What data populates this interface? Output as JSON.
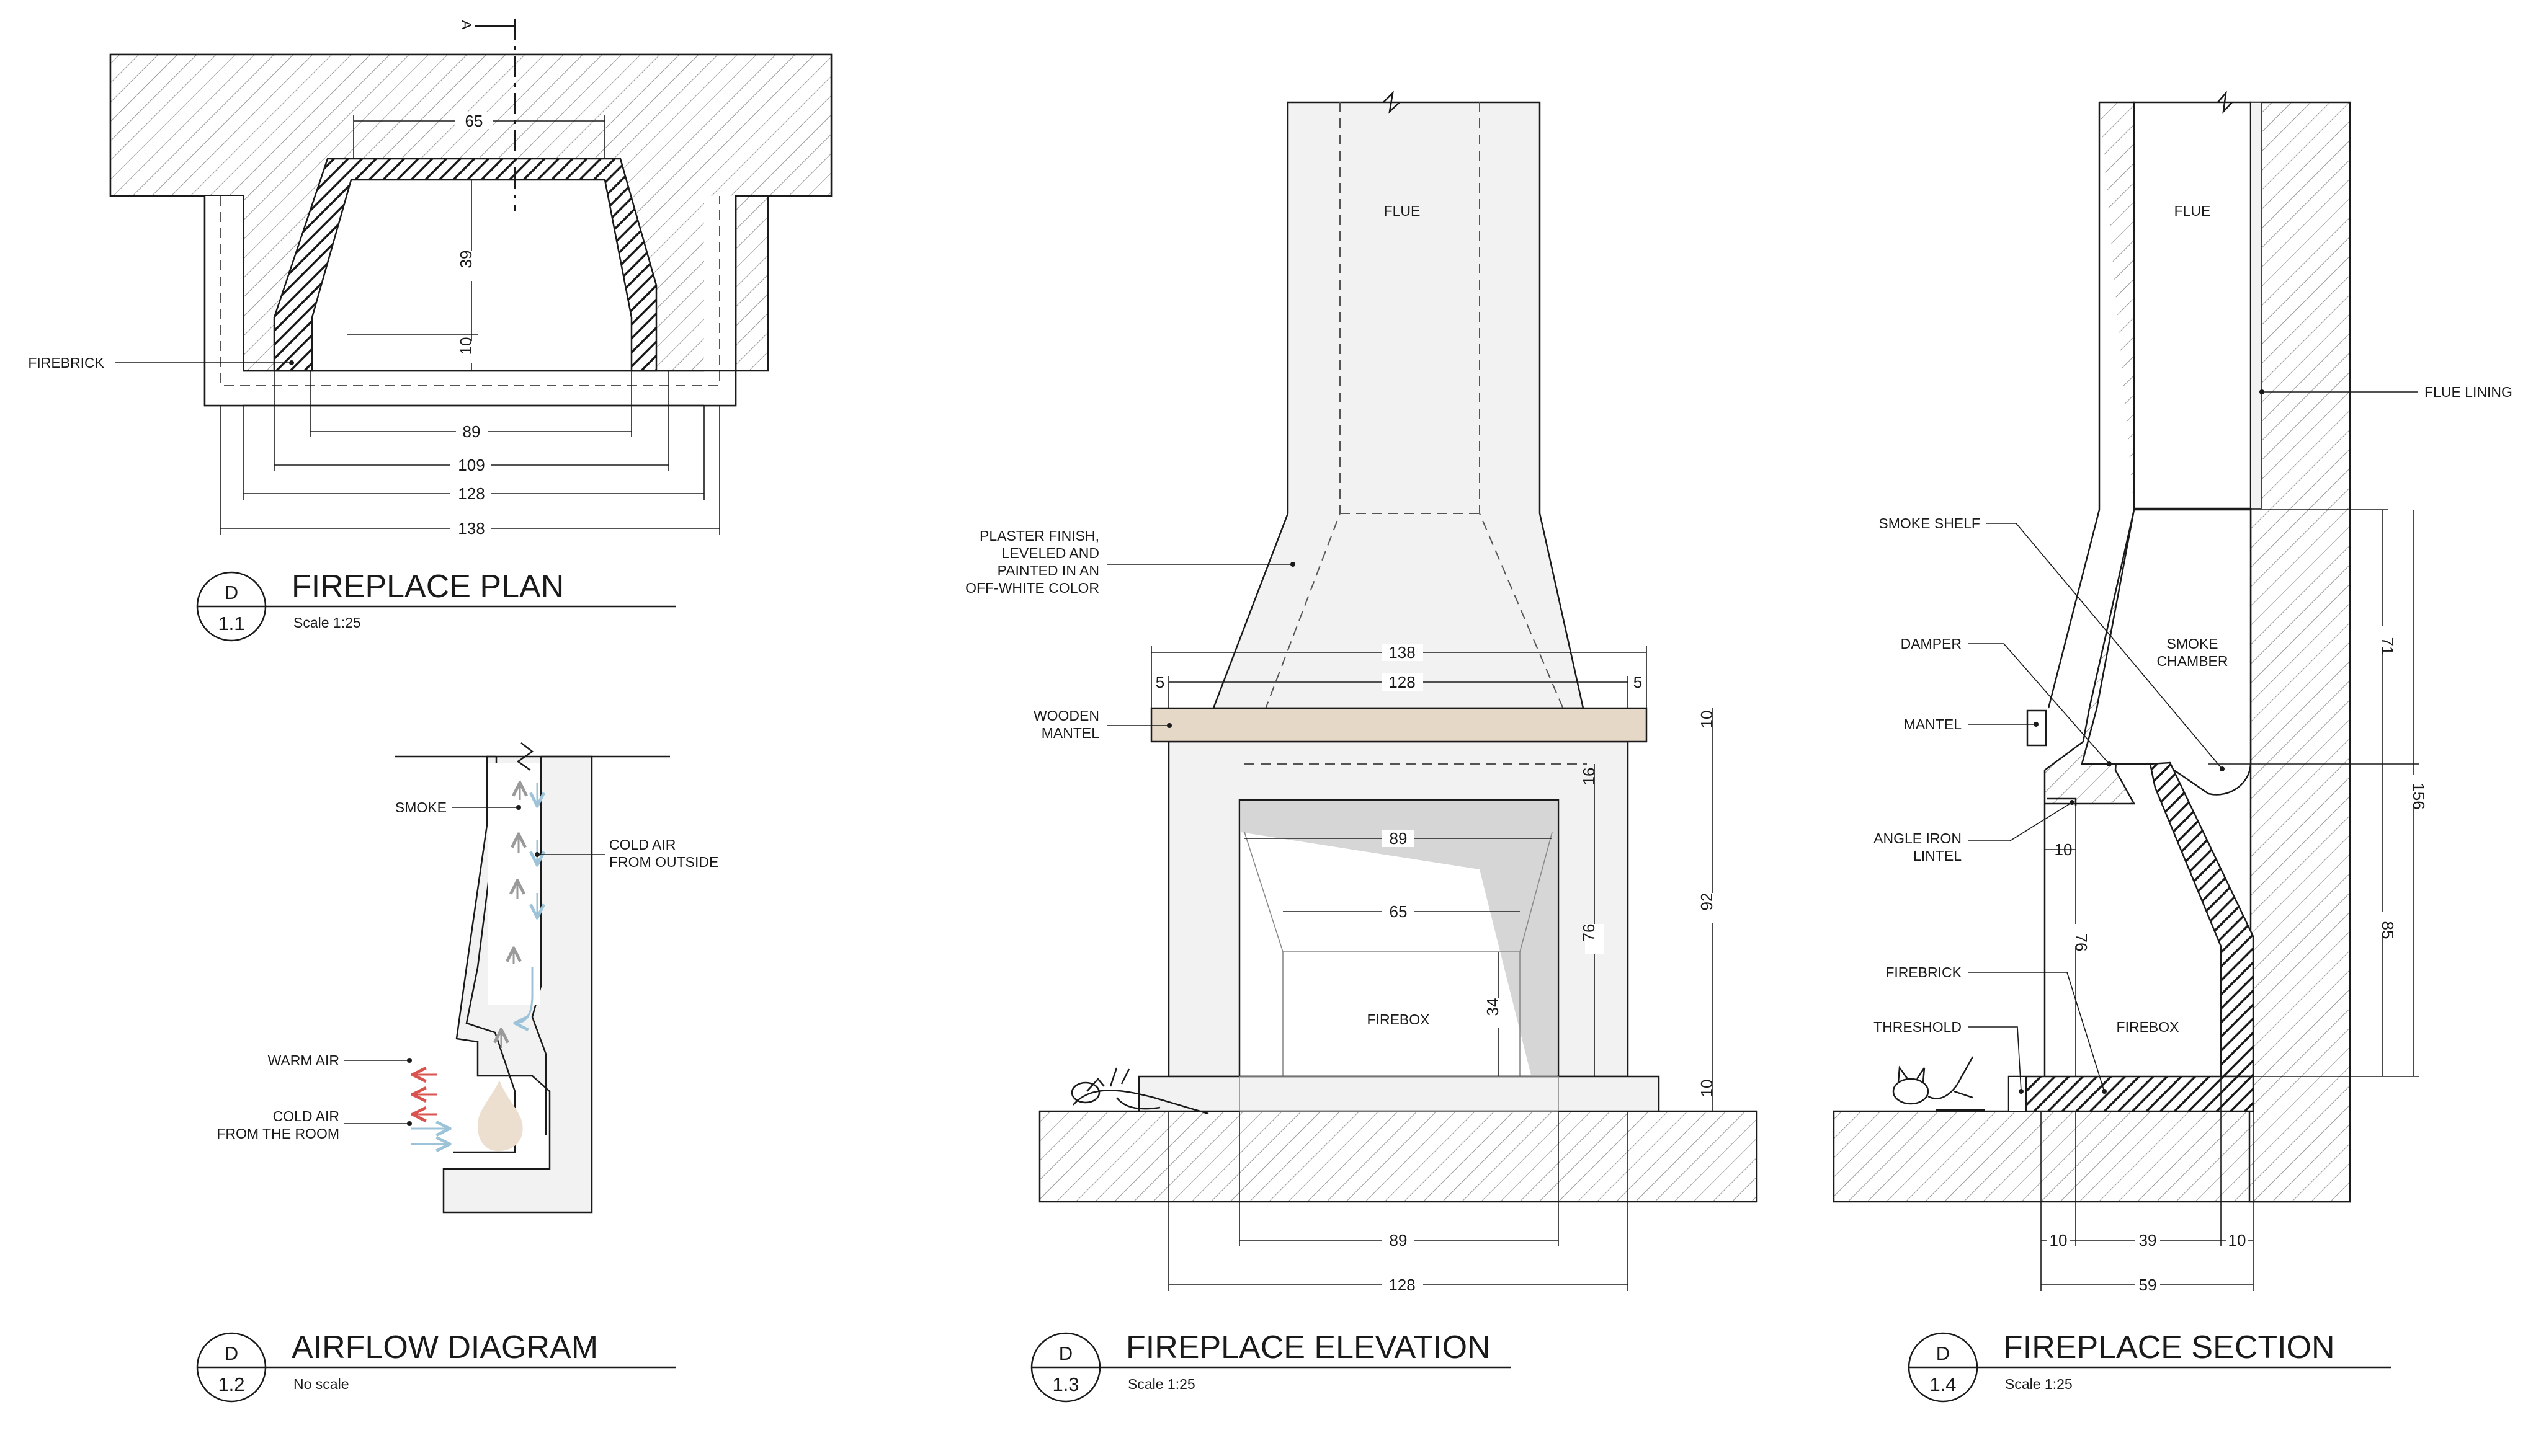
{
  "plan": {
    "section_marker": "A",
    "label_firebrick": "FIREBRICK",
    "dims": [
      "65",
      "39",
      "10",
      "89",
      "109",
      "128",
      "138"
    ],
    "title": "FIREPLACE PLAN",
    "scale": "Scale 1:25",
    "tag_letter": "D",
    "tag_number": "1.1"
  },
  "airflow": {
    "label_smoke": "SMOKE",
    "label_cold_outside_1": "COLD AIR",
    "label_cold_outside_2": "FROM OUTSIDE",
    "label_warm": "WARM AIR",
    "label_cold_room_1": "COLD AIR",
    "label_cold_room_2": "FROM THE ROOM",
    "title": "AIRFLOW DIAGRAM",
    "scale": "No scale",
    "tag_letter": "D",
    "tag_number": "1.2",
    "colors": {
      "warm": "#d9534f",
      "cold": "#9cc3d8",
      "flame": "#ecdfcf"
    }
  },
  "elevation": {
    "label_flue": "FLUE",
    "label_plaster_1": "PLASTER FINISH,",
    "label_plaster_2": "LEVELED AND",
    "label_plaster_3": "PAINTED IN AN",
    "label_plaster_4": "OFF-WHITE COLOR",
    "label_mantel_1": "WOODEN",
    "label_mantel_2": "MANTEL",
    "label_firebox": "FIREBOX",
    "dims": [
      "138",
      "128",
      "5",
      "5",
      "10",
      "16",
      "89",
      "92",
      "65",
      "76",
      "34",
      "10",
      "89",
      "128"
    ],
    "title": "FIREPLACE ELEVATION",
    "scale": "Scale 1:25",
    "tag_letter": "D",
    "tag_number": "1.3",
    "colors": {
      "mantel": "#e6d8c6",
      "shadow": "#d6d6d6"
    }
  },
  "section": {
    "label_flue": "FLUE",
    "label_flue_lining": "FLUE LINING",
    "label_smoke_shelf": "SMOKE SHELF",
    "label_smoke_chamber_1": "SMOKE",
    "label_smoke_chamber_2": "CHAMBER",
    "label_damper": "DAMPER",
    "label_mantel": "MANTEL",
    "label_lintel_1": "ANGLE IRON",
    "label_lintel_2": "LINTEL",
    "label_firebrick": "FIREBRICK",
    "label_threshold": "THRESHOLD",
    "label_firebox": "FIREBOX",
    "dims": [
      "71",
      "156",
      "85",
      "10",
      "76",
      "10",
      "39",
      "10",
      "59"
    ],
    "title": "FIREPLACE SECTION",
    "scale": "Scale 1:25",
    "tag_letter": "D",
    "tag_number": "1.4"
  }
}
